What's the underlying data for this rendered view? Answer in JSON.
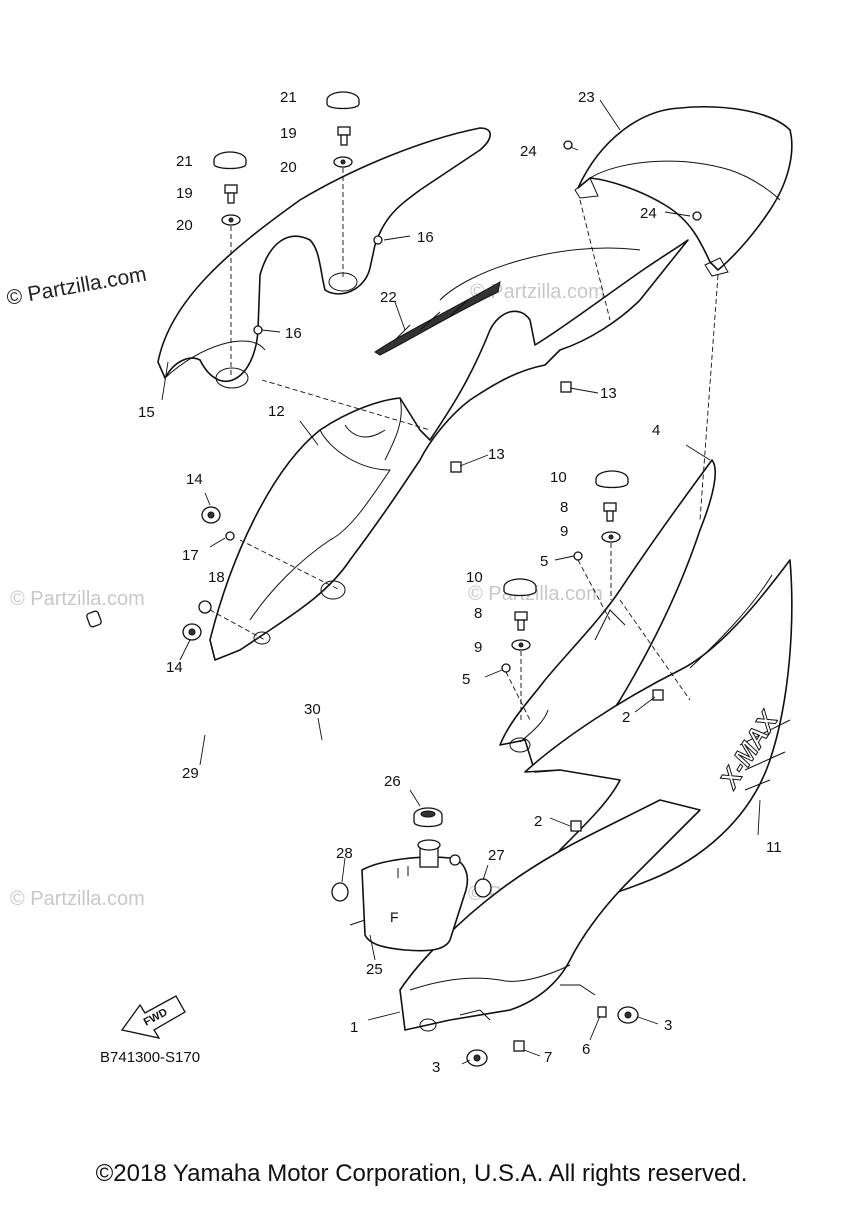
{
  "diagram": {
    "code": "B741300-S170",
    "fwd_label": "FWD",
    "callouts": {
      "c1": "1",
      "c2a": "2",
      "c2b": "2",
      "c3a": "3",
      "c3b": "3",
      "c4": "4",
      "c5a": "5",
      "c5b": "5",
      "c6": "6",
      "c7": "7",
      "c8a": "8",
      "c8b": "8",
      "c9a": "9",
      "c9b": "9",
      "c10a": "10",
      "c10b": "10",
      "c11": "11",
      "c12": "12",
      "c13a": "13",
      "c13b": "13",
      "c14a": "14",
      "c14b": "14",
      "c15": "15",
      "c16a": "16",
      "c16b": "16",
      "c17": "17",
      "c18": "18",
      "c19a": "19",
      "c19b": "19",
      "c20a": "20",
      "c20b": "20",
      "c21a": "21",
      "c21b": "21",
      "c22": "22",
      "c23": "23",
      "c24a": "24",
      "c24b": "24",
      "c25": "25",
      "c26": "26",
      "c27": "27",
      "c28": "28",
      "c29": "29",
      "c30": "30"
    }
  },
  "watermarks": {
    "main": "© Partzilla.com",
    "faint": "© Partzilla.com"
  },
  "footer": {
    "copyright": "©2018 Yamaha Motor Corporation, U.S.A. All rights reserved."
  }
}
